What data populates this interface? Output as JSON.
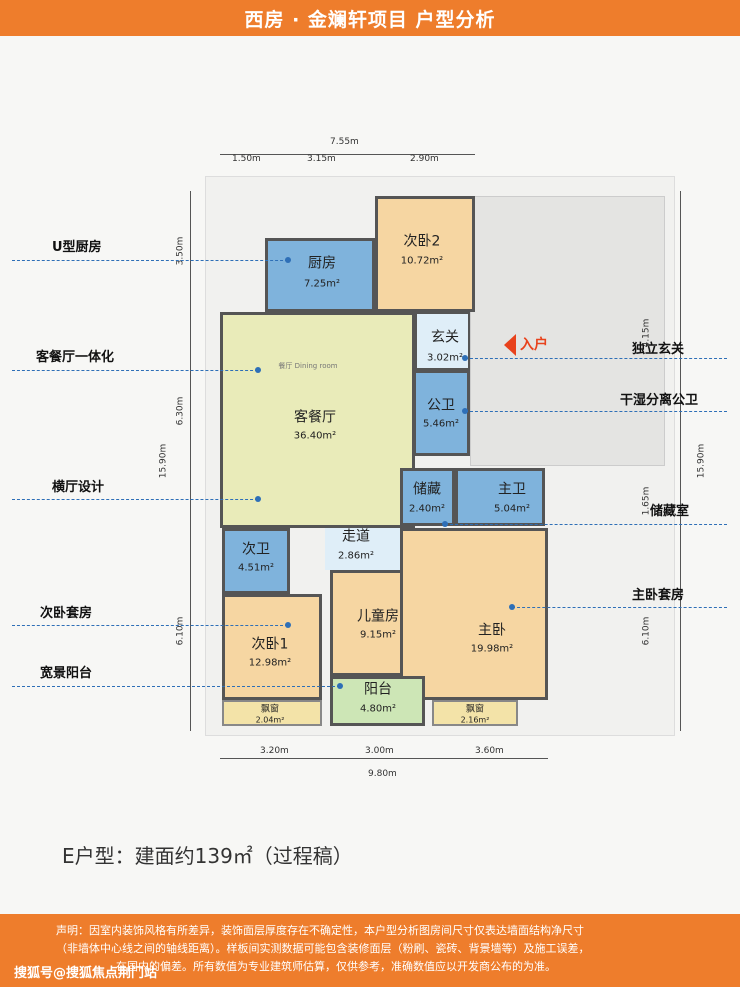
{
  "header": {
    "title": "西房 · 金斓轩项目 户型分析"
  },
  "dims": {
    "top_total": "7.55m",
    "top_a": "1.50m",
    "top_b": "3.15m",
    "top_c": "2.90m",
    "bottom_total": "9.80m",
    "bottom_a": "3.20m",
    "bottom_b": "3.00m",
    "bottom_c": "3.60m",
    "left_top": "3.50m",
    "left_mid": "6.30m",
    "left_total": "15.90m",
    "left_bottom": "6.10m",
    "right_a": "4.15m",
    "right_total": "15.90m",
    "right_b": "1.65m",
    "right_c": "6.10m"
  },
  "rooms": {
    "kitchen": {
      "name": "厨房",
      "area": "7.25m²"
    },
    "bed2": {
      "name": "次卧2",
      "area": "10.72m²"
    },
    "foyer": {
      "name": "玄关",
      "area": "3.02m²"
    },
    "living": {
      "name": "客餐厅",
      "area": "36.40m²",
      "sub": "餐厅 Dining room"
    },
    "pubbath": {
      "name": "公卫",
      "area": "5.46m²"
    },
    "storage": {
      "name": "储藏",
      "area": "2.40m²"
    },
    "masterbath": {
      "name": "主卫",
      "area": "5.04m²"
    },
    "corridor": {
      "name": "走道",
      "area": "2.86m²"
    },
    "secbath": {
      "name": "次卫",
      "area": "4.51m²"
    },
    "kids": {
      "name": "儿童房",
      "area": "9.15m²"
    },
    "master": {
      "name": "主卧",
      "area": "19.98m²"
    },
    "bed1": {
      "name": "次卧1",
      "area": "12.98m²"
    },
    "balcony": {
      "name": "阳台",
      "area": "4.80m²"
    },
    "bay1": {
      "name": "飘窗",
      "area": "2.04m²"
    },
    "bay2": {
      "name": "飘窗",
      "area": "2.16m²"
    }
  },
  "entry_label": "入户",
  "callouts": {
    "left": [
      "U型厨房",
      "客餐厅一体化",
      "横厅设计",
      "次卧套房",
      "宽景阳台"
    ],
    "right": [
      "独立玄关",
      "干湿分离公卫",
      "储藏室",
      "主卧套房"
    ]
  },
  "caption": "E户型：建面约139㎡（过程稿）",
  "footer": {
    "line1": "声明：因室内装饰风格有所差异，装饰面层厚度存在不确定性，本户型分析图房间尺寸仅表达墙面结构净尺寸",
    "line2": "（非墙体中心线之间的轴线距离）。样板间实测数据可能包含装修面层（粉刷、瓷砖、背景墙等）及施工误差，",
    "line3": "在国内的偏差。所有数值为专业建筑师估算，仅供参考，准确数值应以开发商公布的为准。"
  },
  "watermark": "搜狐号@搜狐焦点荆门站",
  "colors": {
    "accent": "#ee7d2c",
    "blue_room": "#7fb3dc",
    "living": "#e9ebb9",
    "bedroom": "#f6d6a2",
    "balcony": "#cde6b6",
    "callout_line": "#2e6fb7"
  }
}
